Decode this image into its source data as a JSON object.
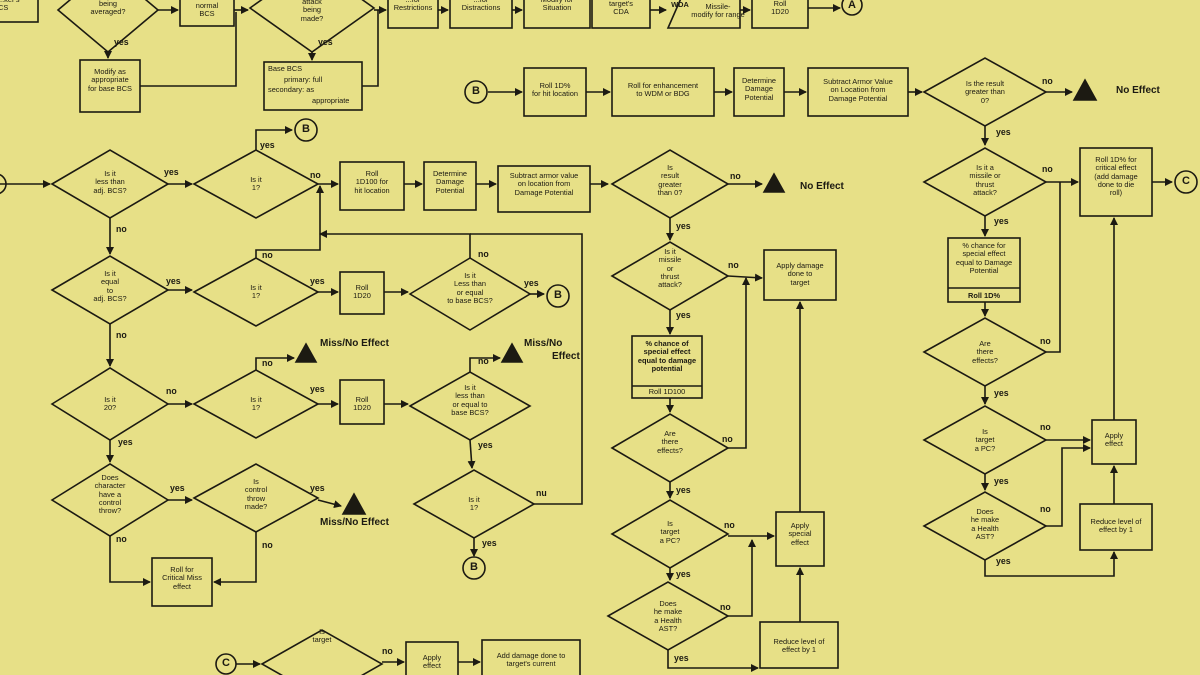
{
  "colors": {
    "paper": "#e7e087",
    "ink": "#1c1a12"
  },
  "partial": {
    "attackers_bcs": "...ker's\nCS",
    "being_averaged": "being\naveraged?",
    "normal_bcs": "normal\nBCS",
    "attack_being_made": "attack\nbeing\nmade?",
    "modify_restrictions": "...for\nRestrictions",
    "modify_distractions": "...for\nDistractions",
    "modify_situation": "Modify for\nSituation",
    "targets_cda": "target's\nCDA",
    "wda": "WDA",
    "missile_range": "Missile-\nmodify for range",
    "roll_1d20_top": "Roll\n1D20",
    "apply_effect_bottom": "Apply\neffect",
    "add_damage": "Add damage done to\ntarget's current",
    "is_target_bottom": "Is\ntarget"
  },
  "boxes": {
    "modify_base_bcs": "Modify as\nappropriate\nfor base BCS",
    "base_bcs_title": "Base BCS",
    "base_bcs_primary": "primary: full",
    "base_bcs_secondary": "secondary: as",
    "base_bcs_appropriate": "appropriate",
    "roll_1d100_hit": "Roll\n1D100 for\nhit location",
    "determine_dp_1": "Determine\nDamage\nPotential",
    "subtract_armor_1": "Subtract armor value\non location from\nDamage Potential",
    "roll_1d20_a": "Roll\n1D20",
    "roll_1d20_b": "Roll\n1D20",
    "roll_critical_miss": "Roll for\nCritical Miss\neffect",
    "roll_1d_pct_hit": "Roll 1D%\nfor hit location",
    "roll_enhancement": "Roll for enhancement\nto WDM or BDG",
    "determine_dp_2": "Determine\nDamage\nPotential",
    "subtract_armor_2": "Subtract Armor Value\non Location from\nDamage Potential",
    "apply_damage_target": "Apply damage\ndone to\ntarget",
    "chance_special_1": "% chance of\nspecial effect\nequal to damage\npotential",
    "roll_1d100": "Roll 1D100",
    "apply_special": "Apply\nspecial\neffect",
    "reduce_level_1": "Reduce level of\neffect by 1",
    "chance_special_2": "% chance for\nspecial effect\nequal to Damage\nPotential",
    "roll_1d_pct": "Roll 1D%",
    "roll_critical_effect": "Roll 1D% for\ncritical effect\n(add damage\ndone to die\nroll)",
    "apply_effect": "Apply\neffect",
    "reduce_level_2": "Reduce level of\neffect by 1"
  },
  "decisions": {
    "less_than_adj_bcs": "Is it\nless than\nadj. BCS?",
    "is_it_1_a": "Is it\n1?",
    "equal_to_adj_bcs": "Is it\nequal\nto\nadj. BCS?",
    "is_it_1_b": "Is it\n1?",
    "less_or_equal_base_1": "Is it\nLess than\nor equal\nto base BCS?",
    "is_it_20": "Is it\n20?",
    "is_it_1_c": "Is it\n1?",
    "less_or_equal_base_2": "Is it\nless than\nor equal to\nbase BCS?",
    "control_throw": "Does\ncharacter\nhave a\ncontrol\nthrow?",
    "control_throw_made": "Is\ncontrol\nthrow\nmade?",
    "is_it_1_d": "Is it\n1?",
    "result_greater_1": "Is\nresult\ngreater\nthan 0?",
    "missile_thrust_1": "Is it\nmissile\nor\nthrust\nattack?",
    "are_effects_1": "Are\nthere\neffects?",
    "target_pc_1": "Is\ntarget\na PC?",
    "health_ast_1": "Does\nhe make\na Health\nAST?",
    "result_greater_2": "Is the result\ngreater than\n0?",
    "missile_thrust_2": "Is it a\nmissile or\nthrust\nattack?",
    "are_effects_2": "Are\nthere\neffects?",
    "target_pc_2": "Is\ntarget\na PC?",
    "health_ast_2": "Does\nhe make\na Health\nAST?"
  },
  "labels": {
    "yes": "yes",
    "no": "no",
    "no_alt": "nu",
    "no_effect": "No Effect",
    "miss_no_effect": "Miss/No Effect",
    "miss_no": "Miss/No",
    "effect": "Effect"
  },
  "connectors": {
    "a": "A",
    "b": "B",
    "c": "C"
  }
}
